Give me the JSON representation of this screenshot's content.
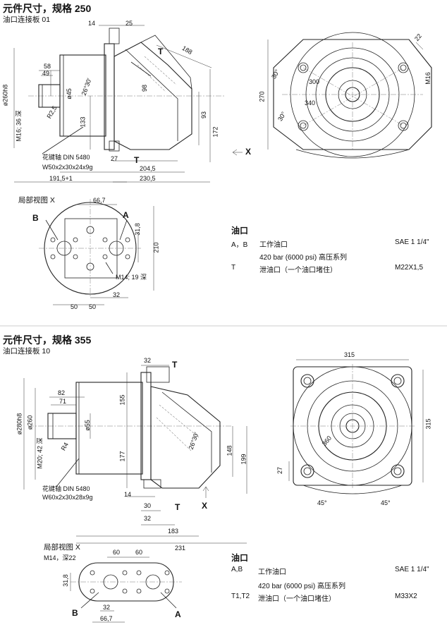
{
  "section1": {
    "title": "元件尺寸，规格 250",
    "subtitle": "油口连接板 01",
    "front_dims": [
      "14",
      "25",
      "188",
      "58",
      "49",
      "26°30'",
      "ø45",
      "98",
      "ø260h8",
      "R2,5",
      "133",
      "M16; 36 深",
      "93",
      "172",
      "花键轴 DIN 5480",
      "W50x2x30x24x9g",
      "27",
      "204,5",
      "191,5+1",
      "230,5"
    ],
    "side_dims": [
      "22",
      "M16",
      "30°",
      "300",
      "340",
      "270",
      "30°"
    ],
    "ports_labels": [
      "T",
      "T",
      "X"
    ],
    "view_label": "局部视图 X",
    "view_dims": [
      "66,7",
      "31,8",
      "210",
      "M14; 19 深",
      "32",
      "50",
      "50"
    ],
    "port_letters": [
      "B",
      "A"
    ],
    "table": {
      "heading": "油口",
      "rows": [
        {
          "code": "A，B",
          "desc": "工作油口",
          "value": "SAE 1 1/4\""
        },
        {
          "code": "",
          "desc": "420 bar (6000 psi) 高压系列",
          "value": ""
        },
        {
          "code": "T",
          "desc": "泄油口（一个油口堵住）",
          "value": "M22X1,5"
        }
      ]
    }
  },
  "section2": {
    "title": "元件尺寸，规格 355",
    "subtitle": "油口连接板 10",
    "front_dims": [
      "32",
      "82",
      "71",
      "ø280h8",
      "ø260",
      "ø55",
      "155",
      "M20; 42 深",
      "R4",
      "177",
      "26°30'",
      "148",
      "199",
      "花键轴 DIN 5480",
      "W60x2x30x28x9g",
      "14",
      "30",
      "32",
      "183",
      "231"
    ],
    "side_dims": [
      "315",
      "315",
      "360",
      "27",
      "45°",
      "45°"
    ],
    "ports_labels": [
      "T",
      "T",
      "X"
    ],
    "view_label": "局部视图 X",
    "view_note": "M14，深22",
    "view_dims": [
      "60",
      "60",
      "31,8",
      "32",
      "66,7"
    ],
    "port_letters": [
      "B",
      "A"
    ],
    "table": {
      "heading": "油口",
      "rows": [
        {
          "code": "A,B",
          "desc": "工作油口",
          "value": "SAE 1 1/4\""
        },
        {
          "code": "",
          "desc": "420 bar (6000 psi) 高压系列",
          "value": ""
        },
        {
          "code": "T1,T2",
          "desc": "泄油口（一个油口堵住）",
          "value": "M33X2"
        }
      ]
    }
  }
}
